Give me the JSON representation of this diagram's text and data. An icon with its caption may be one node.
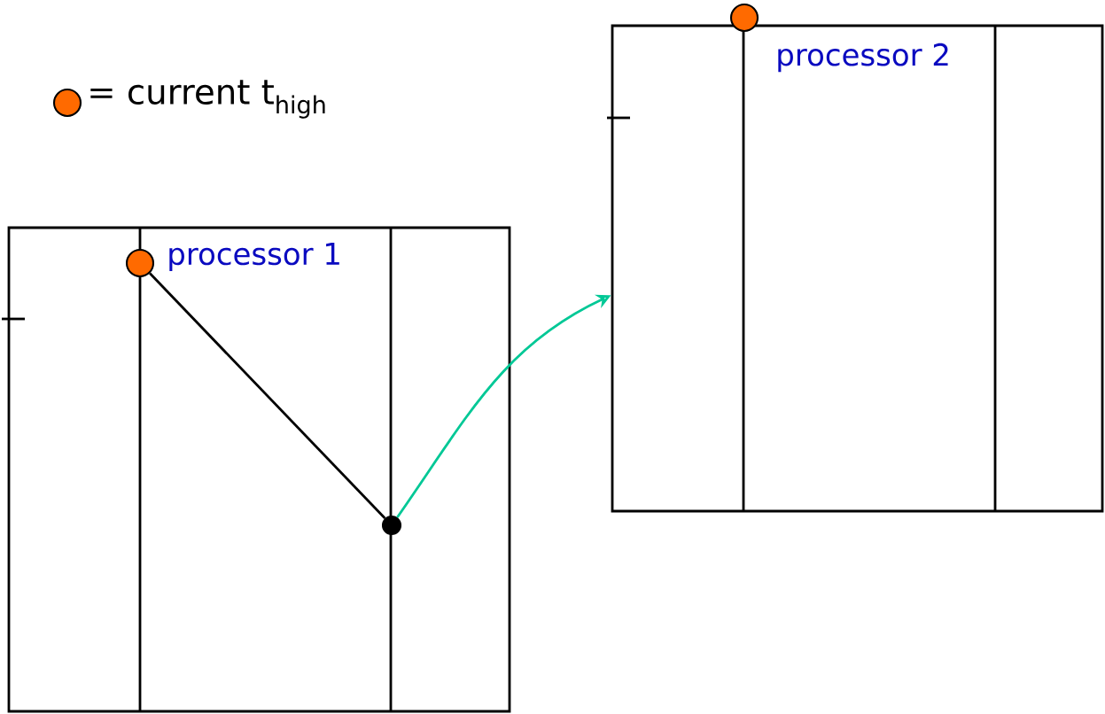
{
  "diagram": {
    "nodes": [
      {
        "text": [
          "processor 1"
        ]
      },
      {
        "text": [],
        "shape": "circle",
        "in": 0
      },
      {
        "text": [],
        "shape": "circle",
        "in": 0
      },
      {
        "text": [
          "processor 2"
        ]
      },
      {
        "text": [],
        "shape": "circle"
      }
    ],
    "edges": [
      {
        "from": 1,
        "to": 2,
        "arrow": "none"
      },
      {
        "from": 2,
        "to": 3,
        "arrow": "to",
        "color": "#00c896"
      }
    ],
    "legend": [
      {
        "text": "= current t$_{high}$"
      }
    ]
  }
}
